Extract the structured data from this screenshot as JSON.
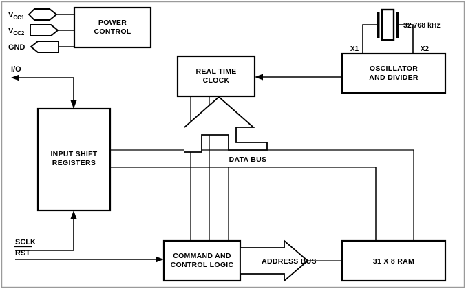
{
  "diagram": {
    "title": "Real Time Clock Block Diagram",
    "background": "#ffffff",
    "line_color": "#000000",
    "frame_color": "#9a9a9a"
  },
  "blocks": [
    {
      "id": "power_control",
      "label_line1": "POWER",
      "label_line2": "CONTROL"
    },
    {
      "id": "oscillator",
      "label_line1": "OSCILLATOR",
      "label_line2": "AND DIVIDER"
    },
    {
      "id": "real_time_clock",
      "label_line1": "REAL TIME",
      "label_line2": "CLOCK"
    },
    {
      "id": "input_shift",
      "label_line1": "INPUT SHIFT",
      "label_line2": "REGISTERS"
    },
    {
      "id": "command_logic",
      "label_line1": "COMMAND AND",
      "label_line2": "CONTROL LOGIC"
    },
    {
      "id": "ram",
      "label_line1": "31 X 8 RAM",
      "label_line2": ""
    }
  ],
  "pins": [
    {
      "id": "vcc1",
      "base": "V",
      "sub": "CC1",
      "type": "bidirectional"
    },
    {
      "id": "vcc2",
      "base": "V",
      "sub": "CC2",
      "type": "input"
    },
    {
      "id": "gnd",
      "base": "GND",
      "sub": "",
      "type": "output"
    },
    {
      "id": "io",
      "base": "I/O",
      "sub": "",
      "type": "bidirectional-line"
    },
    {
      "id": "sclk",
      "base": "SCLK",
      "sub": "",
      "type": "input-line"
    },
    {
      "id": "rst",
      "base": "RST",
      "sub": "",
      "type": "input-line",
      "overbar": true
    }
  ],
  "crystal": {
    "frequency_label": "32.768 kHz",
    "terminal_left": "X1",
    "terminal_right": "X2"
  },
  "buses": [
    {
      "id": "data_bus",
      "label": "DATA BUS"
    },
    {
      "id": "address_bus",
      "label": "ADDRESS BUS"
    }
  ]
}
